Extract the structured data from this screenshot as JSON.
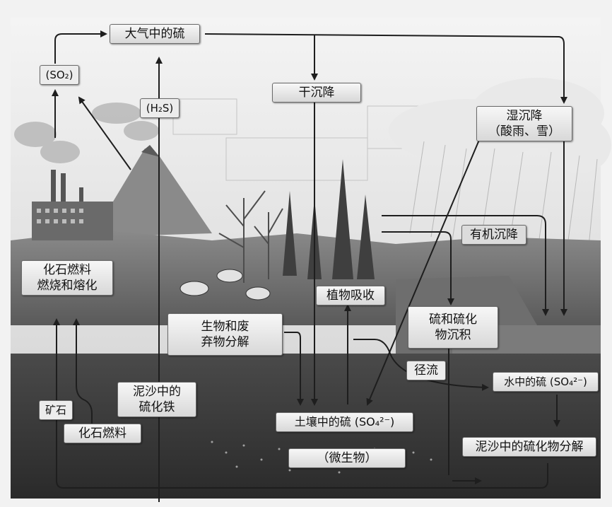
{
  "labels": {
    "atmosphere": "大气中的硫",
    "so2": "(SO₂)",
    "h2s": "(H₂S)",
    "dry_deposition": "干沉降",
    "wet_deposition_line1": "湿沉降",
    "wet_deposition_line2": "（酸雨、雪）",
    "organic_deposition": "有机沉降",
    "fossil_burning_line1": "化石燃料",
    "fossil_burning_line2": "燃烧和熔化",
    "plant_uptake": "植物吸收",
    "decomposition_line1": "生物和废",
    "decomposition_line2": "弃物分解",
    "sulfide_deposit_line1": "硫和硫化",
    "sulfide_deposit_line2": "物沉积",
    "runoff": "径流",
    "water_sulfur": "水中的硫 (SO₄²⁻)",
    "sediment_iron_line1": "泥沙中的",
    "sediment_iron_line2": "硫化铁",
    "soil_sulfur": "土壤中的硫 (SO₄²⁻)",
    "ore": "矿石",
    "fossil_fuel": "化石燃料",
    "microbes": "（微生物）",
    "sediment_decomp": "泥沙中的硫化物分解"
  },
  "colors": {
    "arrow": "#1e1e1e",
    "box_border": "#6b6b6b"
  }
}
